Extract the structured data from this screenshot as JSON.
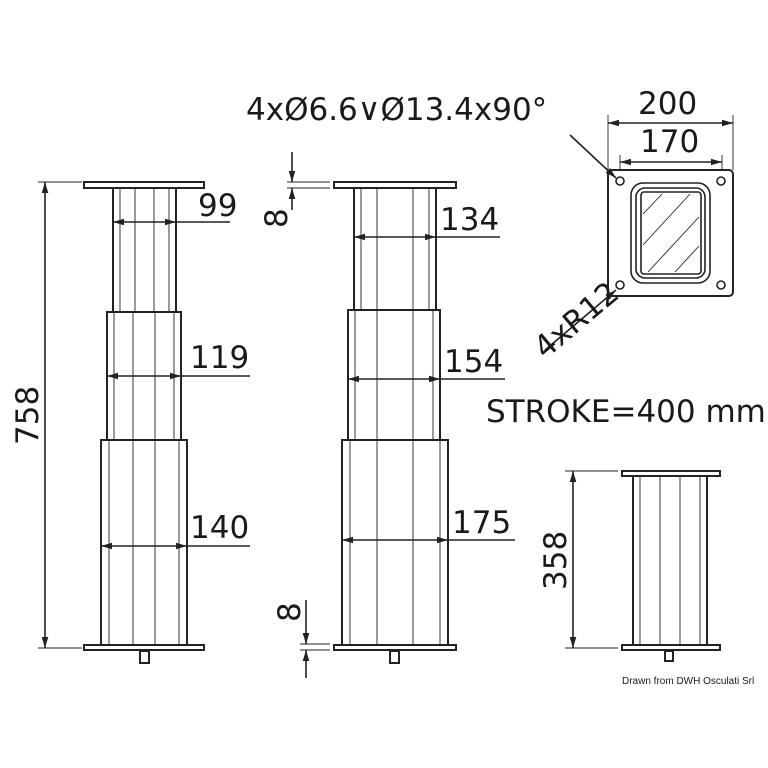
{
  "title_note": "4xØ6.6∨Ø13.4x90°",
  "plate": {
    "width_outer": "200",
    "width_inner": "170",
    "radius": "4xR12"
  },
  "column_extended_a": {
    "d1": "99",
    "d2": "119",
    "d3": "140",
    "height": "758"
  },
  "column_extended_b": {
    "d1": "134",
    "d2": "154",
    "d3": "175",
    "plate_top": "8",
    "plate_bottom": "8"
  },
  "column_retracted": {
    "height": "358"
  },
  "stroke": "STROKE=400 mm",
  "credit": "Drawn from DWH Osculati Srl"
}
